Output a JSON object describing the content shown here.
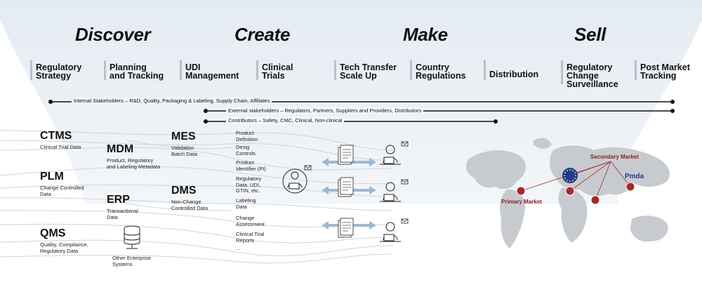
{
  "phases": [
    "Discover",
    "Create",
    "Make",
    "Sell"
  ],
  "stages": [
    {
      "line1": "Regulatory",
      "line2": "Strategy"
    },
    {
      "line1": "Planning",
      "line2": "and Tracking"
    },
    {
      "line1": "UDI",
      "line2": "Management"
    },
    {
      "line1": "Clinical",
      "line2": "Trials"
    },
    {
      "line1": "Tech Transfer",
      "line2": "Scale Up"
    },
    {
      "line1": "Country",
      "line2": "Regulations"
    },
    {
      "line1": "Distribution",
      "line2": ""
    },
    {
      "line1": "Regulatory",
      "line2": "Change",
      "line3": "Surveillance"
    },
    {
      "line1": "Post Market",
      "line2": "Tracking"
    }
  ],
  "stakeholders": {
    "internal": "Internal Stakeholders – R&D, Quality, Packaging & Labeling, Supply Chain, Affiliates",
    "external": "External stakeholders – Regulators, Partners, Suppliers and Providers, Distributors",
    "contributors": "Contributors – Safety, CMC, Clinical, Non-clinical"
  },
  "systems": {
    "ctms": {
      "name": "CTMS",
      "desc1": "Clinical Trial Data"
    },
    "mdm": {
      "name": "MDM",
      "desc1": "Product, Regulatory",
      "desc2": "and Labeling Metadata"
    },
    "mes": {
      "name": "MES",
      "desc1": "Validation",
      "desc2": "Batch Data"
    },
    "plm": {
      "name": "PLM",
      "desc1": "Change Controlled",
      "desc2": "Data"
    },
    "erp": {
      "name": "ERP",
      "desc1": "Transactional",
      "desc2": "Data"
    },
    "dms": {
      "name": "DMS",
      "desc1": "Non-Change",
      "desc2": "Controlled Data"
    },
    "qms": {
      "name": "QMS",
      "desc1": "Quality, Compliance,",
      "desc2": "Regulatory Data"
    },
    "other": {
      "desc1": "Other Enterprise",
      "desc2": "Systems"
    }
  },
  "data_types": [
    {
      "l1": "Product",
      "l2": "Definition"
    },
    {
      "l1": "Desig",
      "l2": "Controls"
    },
    {
      "l1": "Product",
      "l2": "Identifier (PI)"
    },
    {
      "l1": "Regulatory",
      "l2": "Data: UDI,",
      "l3": "GTIN, etc."
    },
    {
      "l1": "Labeling",
      "l2": "Data"
    },
    {
      "l1": "Change",
      "l2": "Assessment"
    },
    {
      "l1": "Clinical Trial",
      "l2": "Reports"
    },
    {
      "l1": "..."
    }
  ],
  "markets": {
    "primary": "Primary Market",
    "secondary": "Secondary Market",
    "pmda_logo": "Pmda"
  },
  "icons": [
    "document-icon",
    "person-laptop-icon",
    "email-icon",
    "database-icon",
    "eu-flag-icon",
    "pmda-logo-icon",
    "world-map-icon"
  ],
  "colors": {
    "market_dot": "#a52a2a",
    "arrow": "#9fb8cc",
    "funnel": "#e8eef4",
    "map": "#c9ccd0"
  }
}
